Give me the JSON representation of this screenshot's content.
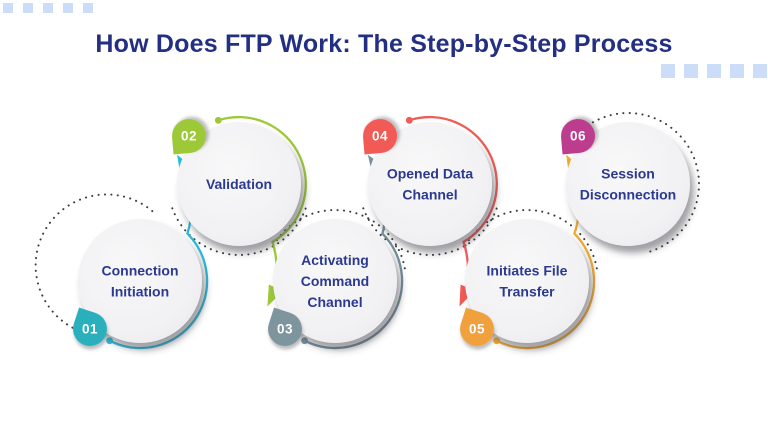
{
  "title": "How Does FTP Work: The Step-by-Step Process",
  "title_color": "#232f83",
  "background": "#ffffff",
  "text_color": "#2b3990",
  "dotted_color": "#3b3b3b",
  "decor": {
    "square_color": "#cbddf9",
    "top_left_count": 5,
    "right_count": 5
  },
  "steps": [
    {
      "num": "01",
      "label": "Connection Initiation",
      "label_lines": [
        "Connection",
        "Initiation"
      ],
      "color": "#2ab0bc",
      "connector_color": "#2bbcd9"
    },
    {
      "num": "02",
      "label": "Validation",
      "label_lines": [
        "Validation"
      ],
      "color": "#9dc938",
      "connector_color": "#9dc938"
    },
    {
      "num": "03",
      "label": "Activating Command Channel",
      "label_lines": [
        "Activating",
        "Command",
        "Channel"
      ],
      "color": "#7e959d",
      "connector_color": "#73909c"
    },
    {
      "num": "04",
      "label": "Opened Data Channel",
      "label_lines": [
        "Opened Data",
        "Channel"
      ],
      "color": "#f15a55",
      "connector_color": "#f15a55"
    },
    {
      "num": "05",
      "label": "Initiates File Transfer",
      "label_lines": [
        "Initiates File",
        "Transfer"
      ],
      "color": "#f0a13e",
      "connector_color": "#f3a82f"
    },
    {
      "num": "06",
      "label": "Session Disconnection",
      "label_lines": [
        "Session",
        "Disconnection"
      ],
      "color": "#bc3c8d",
      "connector_color": ""
    }
  ]
}
